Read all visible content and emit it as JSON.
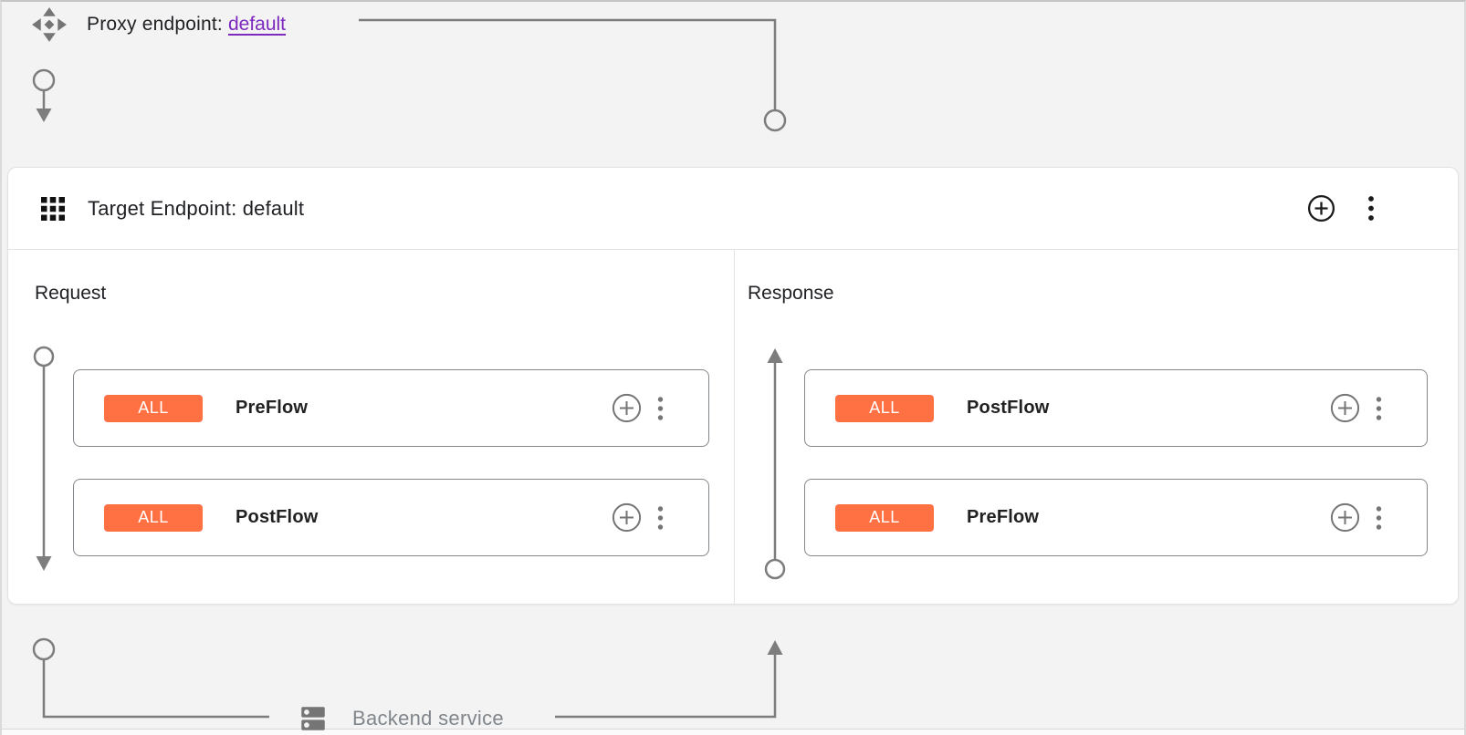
{
  "proxy_endpoint": {
    "label": "Proxy endpoint: ",
    "link_text": "default",
    "icon": "proxy-endpoint-icon"
  },
  "target_endpoint": {
    "title": "Target Endpoint: default",
    "header_icon": "grid-icon",
    "actions": [
      {
        "icon": "add-circle-icon",
        "name": "add"
      },
      {
        "icon": "more-vert-icon",
        "name": "more"
      }
    ]
  },
  "panels": {
    "request": {
      "title": "Request",
      "flows": [
        {
          "badge": "ALL",
          "name": "PreFlow"
        },
        {
          "badge": "ALL",
          "name": "PostFlow"
        }
      ]
    },
    "response": {
      "title": "Response",
      "flows": [
        {
          "badge": "ALL",
          "name": "PostFlow"
        },
        {
          "badge": "ALL",
          "name": "PreFlow"
        }
      ]
    }
  },
  "flow_card_actions": [
    {
      "icon": "add-circle-icon",
      "name": "add-step"
    },
    {
      "icon": "more-vert-icon",
      "name": "more"
    }
  ],
  "backend": {
    "label": "Backend service",
    "icon": "dns-icon"
  },
  "colors": {
    "badge": "#ff7043",
    "link": "#7d28be",
    "wire": "#7d7d7d",
    "text": "#202124",
    "muted": "#80868b",
    "card_border": "#82878b",
    "canvas_bg": "#f3f3f3"
  }
}
